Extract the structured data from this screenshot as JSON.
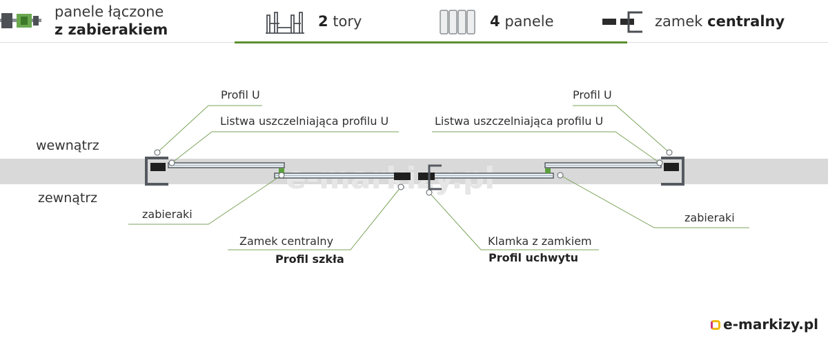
{
  "header": {
    "feature1_line1": "panele łączone",
    "feature1_line2": "z zabierakiem",
    "tracks_number": "2",
    "tracks_word": "tory",
    "panels_number": "4",
    "panels_word": "panele",
    "lock_word": "zamek",
    "lock_bold": "centralny"
  },
  "diagram": {
    "inside_label": "wewnątrz",
    "outside_label": "zewnątrz",
    "left_u_profile": "Profil U",
    "left_seal_strip": "Listwa uszczelniająca profilu U",
    "right_u_profile": "Profil U",
    "right_seal_strip": "Listwa uszczelniająca profilu U",
    "left_carriers": "zabieraki",
    "right_carriers": "zabieraki",
    "central_lock": "Zamek centralny",
    "glass_profile": "Profil szkła",
    "handle_lock": "Klamka z zamkiem",
    "handle_profile": "Profil uchwytu",
    "watermark": "e-markizy.pl"
  },
  "brand": {
    "name": "e-markizy.pl"
  },
  "colors": {
    "accent": "#5a8f2e",
    "callout": "#7aa35a",
    "band": "#d9d9d9",
    "profile": "#555a60"
  }
}
